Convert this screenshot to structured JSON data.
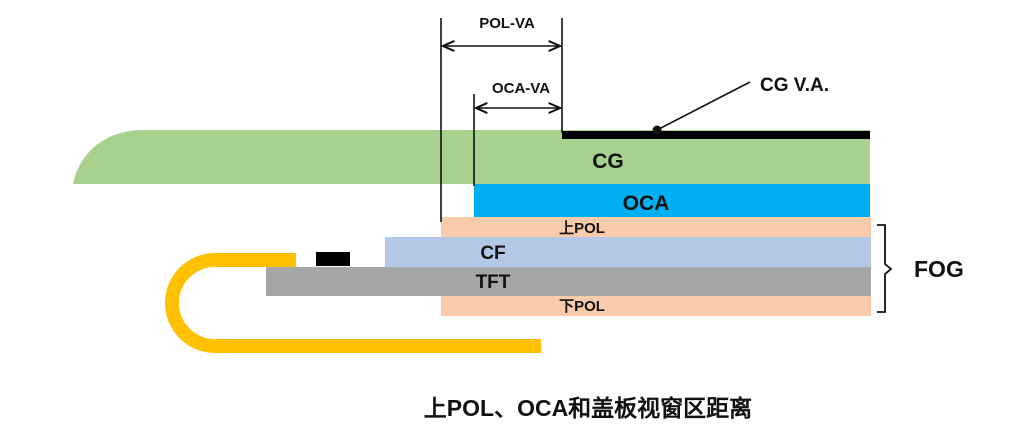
{
  "dimensions": {
    "pol_va": "POL-VA",
    "oca_va": "OCA-VA",
    "cg_va": "CG V.A."
  },
  "layers": {
    "cg": "CG",
    "oca": "OCA",
    "upper_pol": "上POL",
    "cf": "CF",
    "tft": "TFT",
    "lower_pol": "下POL"
  },
  "fog_label": "FOG",
  "caption": "上POL、OCA和盖板视窗区距离",
  "colors": {
    "cg": "#a9d18e",
    "oca": "#00b0f0",
    "pol": "#f8cbad",
    "cf": "#b4c7e7",
    "tft": "#a6a6a6",
    "flex": "#ffc000",
    "black_mask": "#000000"
  }
}
